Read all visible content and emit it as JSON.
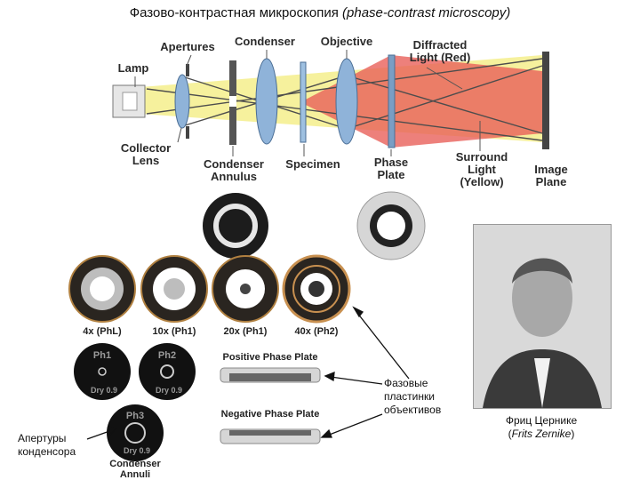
{
  "title_main": "Фазово-контрастная микроскопия",
  "title_en": "(phase-contrast microscopy)",
  "optics": {
    "lamp": "Lamp",
    "apertures": "Apertures",
    "condenser": "Condenser",
    "objective": "Objective",
    "diffracted_1": "Diffracted",
    "diffracted_2": "Light (Red)",
    "collector_1": "Collector",
    "collector_2": "Lens",
    "annulus_1": "Condenser",
    "annulus_2": "Annulus",
    "specimen": "Specimen",
    "phase_1": "Phase",
    "phase_2": "Plate",
    "surround_1": "Surround",
    "surround_2": "Light",
    "surround_3": "(Yellow)",
    "image_1": "Image",
    "image_2": "Plane"
  },
  "colors": {
    "diffracted": "#e8605a",
    "surround": "#f4ee8c",
    "lens": "#8fb3d9"
  },
  "annuli": [
    {
      "label": "4x (PhL)"
    },
    {
      "label": "10x (Ph1)"
    },
    {
      "label": "20x (Ph1)"
    },
    {
      "label": "40x (Ph2)"
    }
  ],
  "discs": [
    {
      "code": "Ph1",
      "rim": "Dry 0.9"
    },
    {
      "code": "Ph2",
      "rim": "Dry 0.9"
    },
    {
      "code": "Ph3",
      "rim": "Dry 0.9"
    }
  ],
  "condenser_annuli_1": "Condenser",
  "condenser_annuli_2": "Annuli",
  "positive_plate": "Positive Phase Plate",
  "negative_plate": "Negative Phase Plate",
  "note_plates": [
    "Фазовые",
    "пластинки",
    "объективов"
  ],
  "note_apertures": [
    "Апертуры",
    "конденсора"
  ],
  "portrait_caption": "Фриц Цернике",
  "portrait_caption_en": "Frits Zernike"
}
